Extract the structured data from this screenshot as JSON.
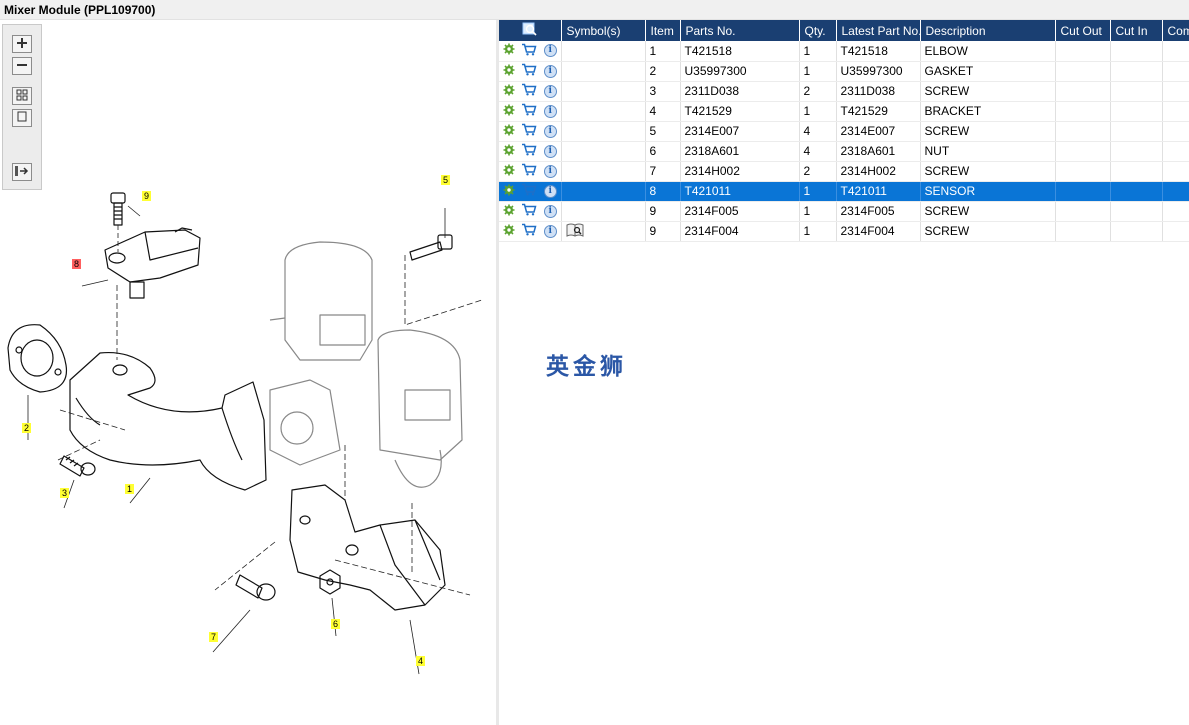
{
  "window": {
    "title": "Mixer Module (PPL109700)"
  },
  "toolbar": {
    "zoom_in": "zoom-in-icon",
    "zoom_out": "zoom-out-icon",
    "fit_all": "fit-all-icon",
    "actual_size": "actual-size-icon",
    "toggle_list": "toggle-list-icon"
  },
  "table": {
    "headers": [
      "",
      "Symbol(s)",
      "Item",
      "Parts No.",
      "Qty.",
      "Latest Part No.",
      "Description",
      "Cut Out",
      "Cut In",
      "Comment"
    ],
    "rows": [
      {
        "item": "1",
        "part_no": "T421518",
        "qty": "1",
        "latest": "T421518",
        "desc": "ELBOW",
        "symbol": ""
      },
      {
        "item": "2",
        "part_no": "U35997300",
        "qty": "1",
        "latest": "U35997300",
        "desc": "GASKET",
        "symbol": ""
      },
      {
        "item": "3",
        "part_no": "2311D038",
        "qty": "2",
        "latest": "2311D038",
        "desc": "SCREW",
        "symbol": ""
      },
      {
        "item": "4",
        "part_no": "T421529",
        "qty": "1",
        "latest": "T421529",
        "desc": "BRACKET",
        "symbol": ""
      },
      {
        "item": "5",
        "part_no": "2314E007",
        "qty": "4",
        "latest": "2314E007",
        "desc": "SCREW",
        "symbol": ""
      },
      {
        "item": "6",
        "part_no": "2318A601",
        "qty": "4",
        "latest": "2318A601",
        "desc": "NUT",
        "symbol": ""
      },
      {
        "item": "7",
        "part_no": "2314H002",
        "qty": "2",
        "latest": "2314H002",
        "desc": "SCREW",
        "symbol": ""
      },
      {
        "item": "8",
        "part_no": "T421011",
        "qty": "1",
        "latest": "T421011",
        "desc": "SENSOR",
        "symbol": ""
      },
      {
        "item": "9",
        "part_no": "2314F005",
        "qty": "1",
        "latest": "2314F005",
        "desc": "SCREW",
        "symbol": ""
      },
      {
        "item": "9",
        "part_no": "2314F004",
        "qty": "1",
        "latest": "2314F004",
        "desc": "SCREW",
        "symbol": "book-search-icon"
      }
    ],
    "selected_index": 7
  },
  "watermark": "英金狮",
  "callouts": [
    "1",
    "2",
    "3",
    "4",
    "5",
    "6",
    "7",
    "8",
    "9"
  ],
  "colors": {
    "header_bg": "#1a3f72",
    "selected_bg": "#0a75d6",
    "callout_bg": "#ffff33",
    "callout_selected_bg": "#ff5f5f"
  }
}
